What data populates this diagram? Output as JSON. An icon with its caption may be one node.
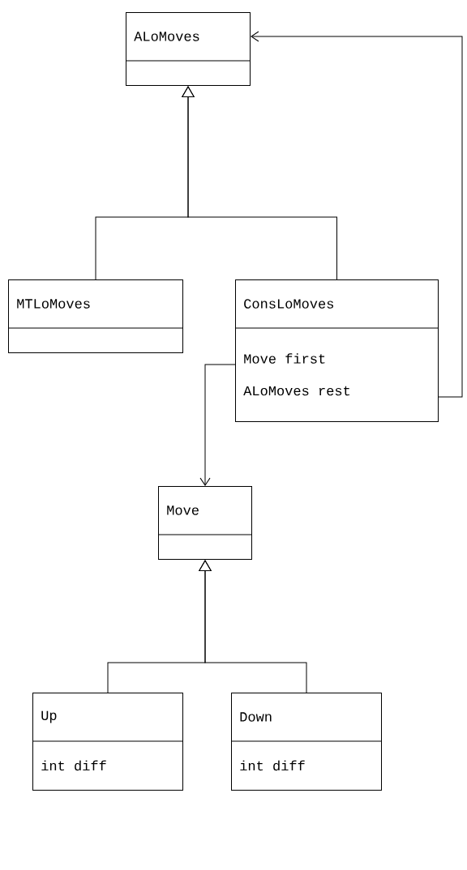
{
  "diagram": {
    "nodes": [
      {
        "text": [
          "ALoMoves"
        ]
      },
      {
        "text": [
          "MTLoMoves"
        ]
      },
      {
        "text": [
          "ConsLoMoves",
          "Move first",
          "ALoMoves rest"
        ]
      },
      {
        "text": [
          "Move"
        ]
      },
      {
        "text": [
          "Up",
          "int diff"
        ]
      },
      {
        "text": [
          "Down",
          "int diff"
        ]
      }
    ],
    "edges": [
      {
        "from": 1,
        "to": 0,
        "arrow": "to"
      },
      {
        "from": 2,
        "to": 0,
        "arrow": "to"
      },
      {
        "from": 2,
        "to": 3,
        "arrow": "to"
      },
      {
        "from": 2,
        "to": 0,
        "arrow": "to"
      },
      {
        "from": 4,
        "to": 3,
        "arrow": "to"
      },
      {
        "from": 5,
        "to": 3,
        "arrow": "to"
      }
    ]
  }
}
